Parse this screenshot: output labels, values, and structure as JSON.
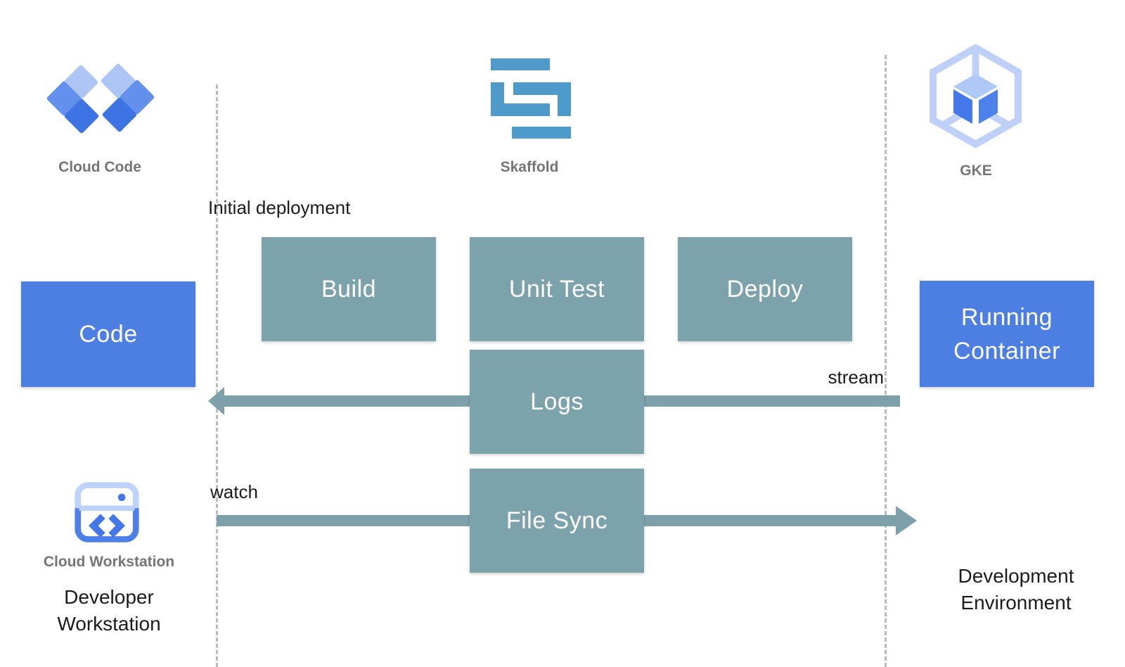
{
  "colors": {
    "node_blue": "#4d7ee2",
    "node_teal": "#7ca2ab",
    "arrow_teal": "#7da0aa",
    "skaffold_blue": "#4e9aca",
    "cloud_icon_light_blue": "#adc5f3",
    "cloud_icon_medium_blue": "#6390ec",
    "cloud_icon_dark_blue": "#3e73e4",
    "gke_outline_blue": "#becff8",
    "workstation_blue": "#4377e8",
    "caption_gray": "#757575",
    "text_black": "#1b1b1b",
    "divider_gray": "#b9bdc2"
  },
  "icons": {
    "cloud_code": {
      "label": "Cloud Code"
    },
    "skaffold": {
      "label": "Skaffold"
    },
    "gke": {
      "label": "GKE"
    },
    "cloud_workstation": {
      "label": "Cloud Workstation"
    }
  },
  "nodes": {
    "code": {
      "label": "Code"
    },
    "build": {
      "label": "Build"
    },
    "unit_test": {
      "label": "Unit Test"
    },
    "deploy": {
      "label": "Deploy"
    },
    "logs": {
      "label": "Logs"
    },
    "file_sync": {
      "label": "File Sync"
    },
    "running_container": {
      "label": "Running Container"
    }
  },
  "annotations": {
    "initial_deployment": "Initial deployment",
    "stream": "stream",
    "watch": "watch"
  },
  "zones": {
    "developer_workstation": "Developer Workstation",
    "development_environment": "Development Environment"
  }
}
